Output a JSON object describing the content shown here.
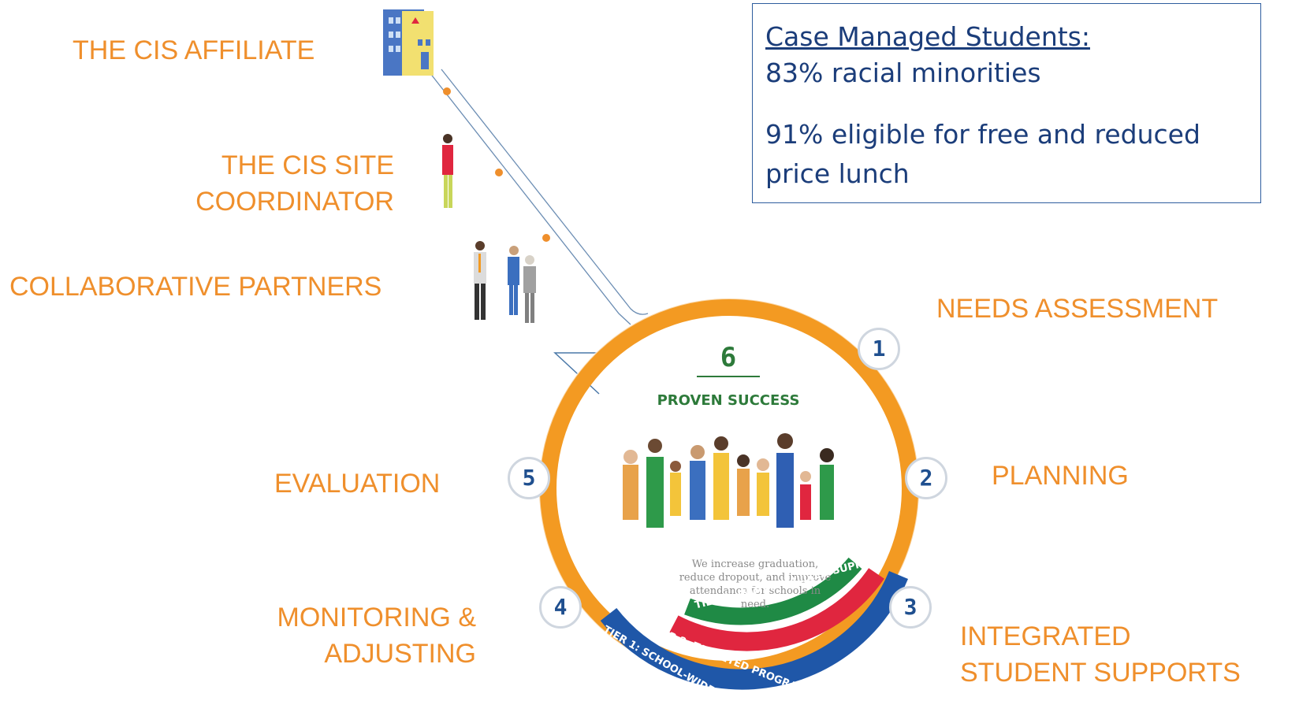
{
  "labels": {
    "affiliate": "THE CIS AFFILIATE",
    "site_coordinator_1": "THE CIS SITE",
    "site_coordinator_2": "COORDINATOR",
    "partners": "COLLABORATIVE PARTNERS",
    "needs": "NEEDS ASSESSMENT",
    "planning": "PLANNING",
    "evaluation": "EVALUATION",
    "monitoring_1": "MONITORING &",
    "monitoring_2": "ADJUSTING",
    "integrated_1": "INTEGRATED",
    "integrated_2": "STUDENT SUPPORTS"
  },
  "infobox": {
    "heading": "Case Managed Students:",
    "line1": "83% racial minorities",
    "line2": "91% eligible for free and reduced",
    "line3": "price lunch"
  },
  "cycle": {
    "center_number": "6",
    "center_title": "PROVEN SUCCESS",
    "caption": "We increase graduation, reduce dropout, and improve attendance for schools in need.",
    "steps": [
      "1",
      "2",
      "3",
      "4",
      "5"
    ]
  },
  "tiers": {
    "tier1": "TIER 1: SCHOOL-WIDE SERVICES",
    "tier2": "TIER 2: TARGETED PROGRAMS",
    "tier3": "TIER 3: INDIVIDUALIZED SUPPORT"
  },
  "colors": {
    "label_orange": "#ef8f2c",
    "ring_orange": "#f39a22",
    "step_blue": "#1f4f8f",
    "tier1_blue": "#1f57a8",
    "tier2_red": "#e0263f",
    "tier3_green": "#1f8a45",
    "info_blue": "#1b3d7a"
  }
}
